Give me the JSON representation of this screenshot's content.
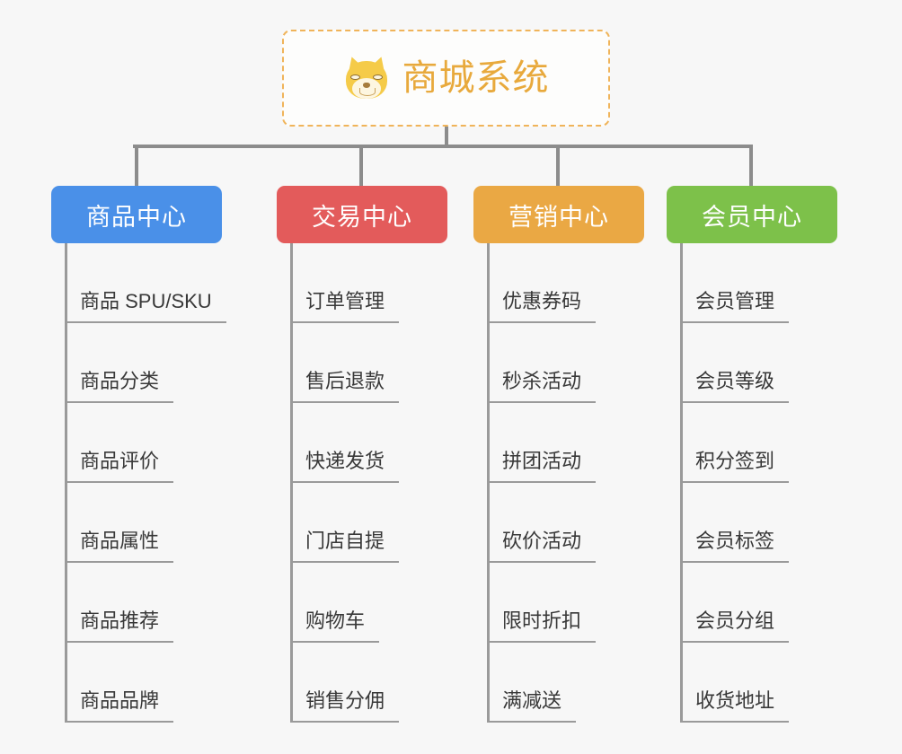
{
  "root": {
    "title": "商城系统",
    "emoji_name": "shiba-inu-emoji",
    "border_color": "#f0b45a",
    "text_color": "#e8a93c"
  },
  "connector_color": "#8c8c8c",
  "background_color": "#f7f7f7",
  "columns": [
    {
      "header": "商品中心",
      "color": "#4a90e8",
      "items": [
        "商品 SPU/SKU",
        "商品分类",
        "商品评价",
        "商品属性",
        "商品推荐",
        "商品品牌"
      ]
    },
    {
      "header": "交易中心",
      "color": "#e35b5b",
      "items": [
        "订单管理",
        "售后退款",
        "快递发货",
        "门店自提",
        "购物车",
        "销售分佣"
      ]
    },
    {
      "header": "营销中心",
      "color": "#eaa844",
      "items": [
        "优惠券码",
        "秒杀活动",
        "拼团活动",
        "砍价活动",
        "限时折扣",
        "满减送"
      ]
    },
    {
      "header": "会员中心",
      "color": "#7dc14a",
      "items": [
        "会员管理",
        "会员等级",
        "积分签到",
        "会员标签",
        "会员分组",
        "收货地址"
      ]
    }
  ]
}
